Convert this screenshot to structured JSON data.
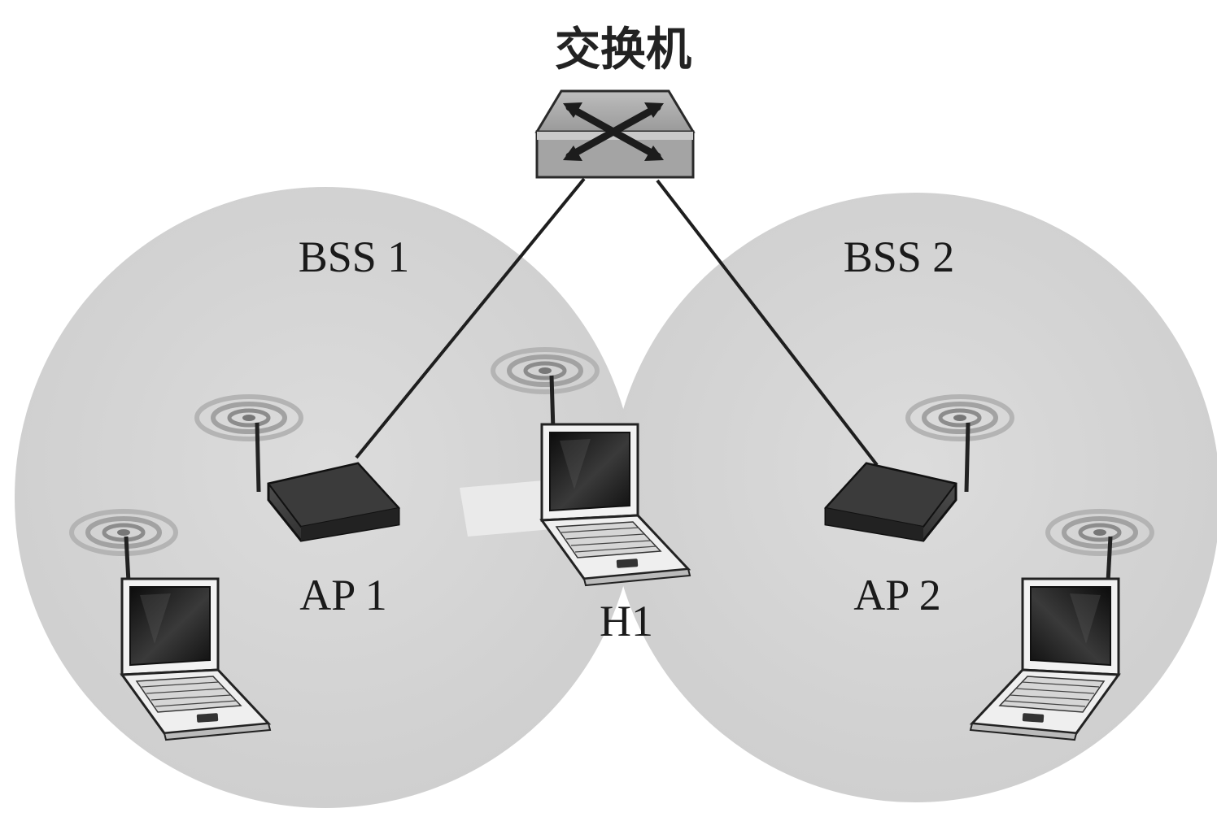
{
  "switch": {
    "label": "交换机"
  },
  "bss": [
    {
      "label": "BSS 1"
    },
    {
      "label": "BSS 2"
    }
  ],
  "access_points": [
    {
      "label": "AP 1"
    },
    {
      "label": "AP 2"
    }
  ],
  "hosts": [
    {
      "label": "H1"
    }
  ],
  "icons": [
    "switch-icon",
    "access-point-icon",
    "laptop-icon",
    "wireless-signal-icon"
  ],
  "colors": {
    "background": "#ffffff",
    "bss_fill": "#d9d9d9",
    "device_dark": "#2e2e2e",
    "switch_fill": "#a8a8a8",
    "line": "#1e1e1e"
  }
}
